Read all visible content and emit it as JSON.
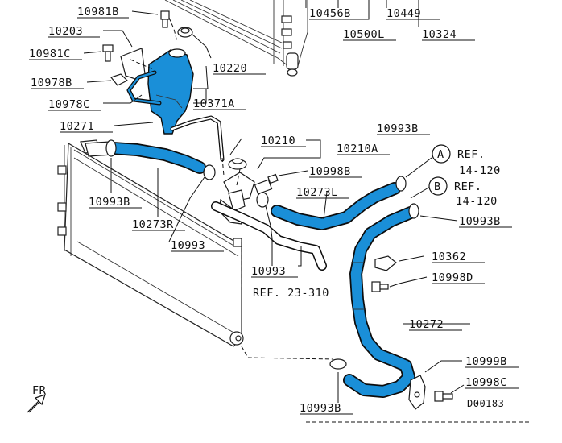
{
  "colors": {
    "highlight": "#1a8fd8",
    "line": "#111111",
    "background": "#ffffff"
  },
  "labels": {
    "p10981B": "10981B",
    "p10203": "10203",
    "p10981C": "10981C",
    "p10978B": "10978B",
    "p10978C": "10978C",
    "p10271": "10271",
    "p10220": "10220",
    "p10371A": "10371A",
    "p10456B": "10456B",
    "p10449": "10449",
    "p10500L": "10500L",
    "p10324": "10324",
    "p10210": "10210",
    "p10210A": "10210A",
    "p10998B": "10998B",
    "p10273L": "10273L",
    "p10993B_tl": "10993B",
    "p10273R": "10273R",
    "p10993_a": "10993",
    "p10993_b": "10993",
    "p10993B_r1": "10993B",
    "p10993B_r2": "10993B",
    "p10362": "10362",
    "p10998D": "10998D",
    "p10272": "10272",
    "p10999B": "10999B",
    "p10998C": "10998C",
    "p10993B_bot": "10993B",
    "ref_circle_a": "A",
    "ref_a": "REF.",
    "ref_a_page": "14-120",
    "ref_circle_b": "B",
    "ref_b": "REF.",
    "ref_b_page": "14-120",
    "ref_23": "REF. 23-310",
    "fr": "FR",
    "drawing_code": "D00183"
  }
}
